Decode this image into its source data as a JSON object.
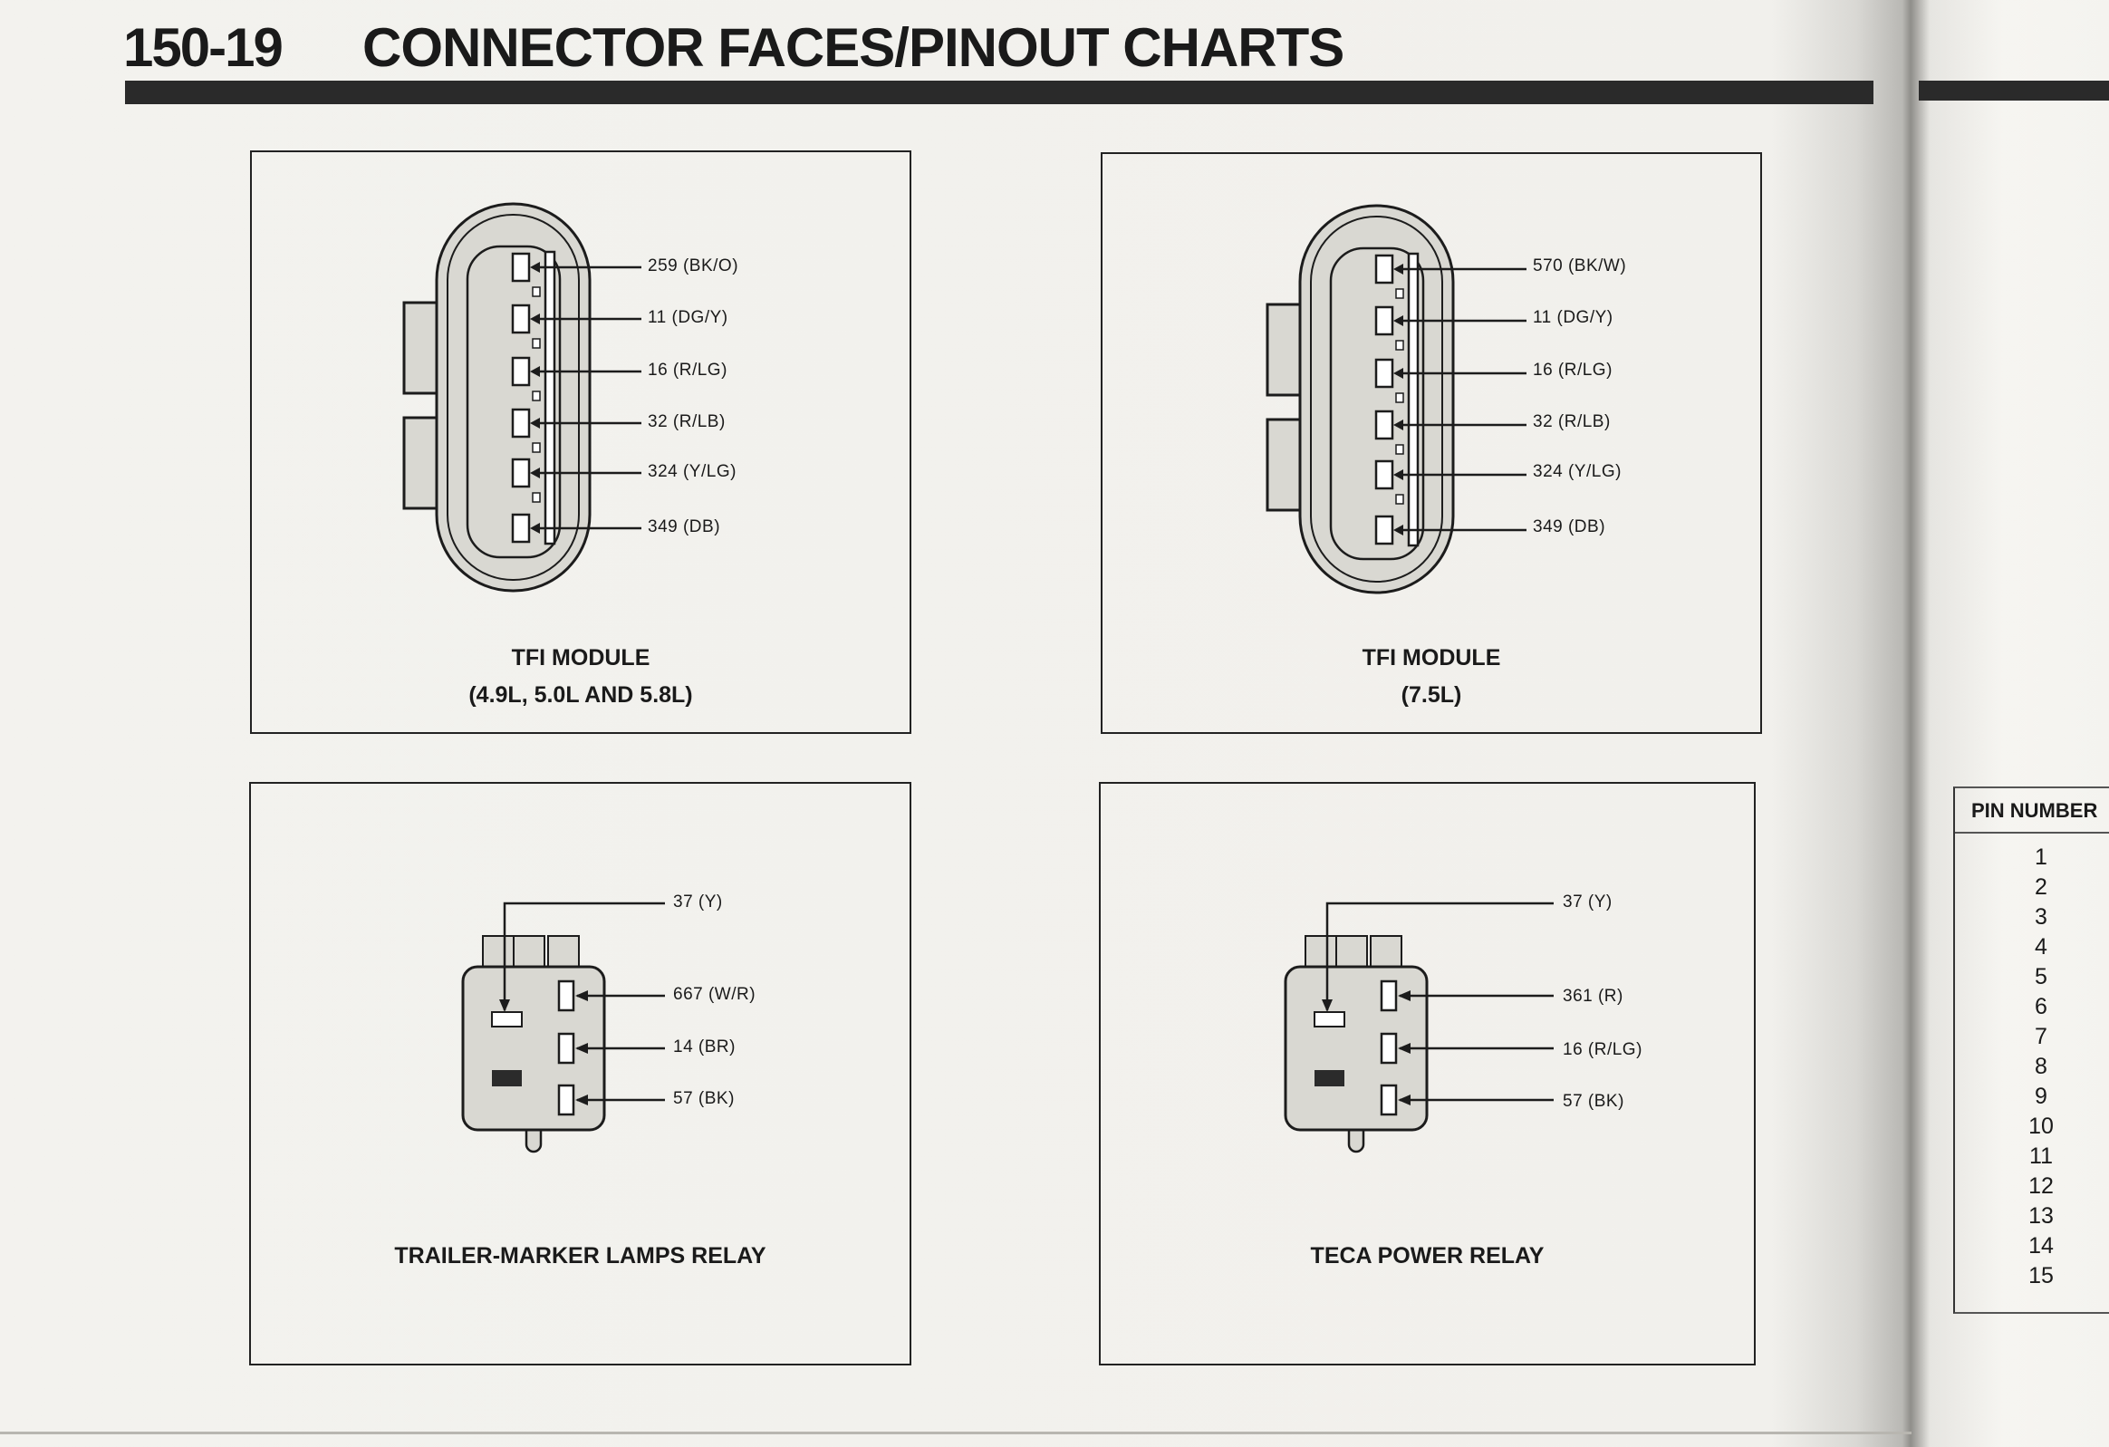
{
  "header": {
    "page_number": "150-19",
    "title": "CONNECTOR FACES/PINOUT CHARTS"
  },
  "diagrams": [
    {
      "title": "TFI MODULE",
      "subtitle": "(4.9L, 5.0L AND 5.8L)",
      "pins": [
        "259 (BK/O)",
        "11 (DG/Y)",
        "16 (R/LG)",
        "32 (R/LB)",
        "324 (Y/LG)",
        "349 (DB)"
      ]
    },
    {
      "title": "TFI MODULE",
      "subtitle": "(7.5L)",
      "pins": [
        "570 (BK/W)",
        "11 (DG/Y)",
        "16 (R/LG)",
        "32 (R/LB)",
        "324 (Y/LG)",
        "349 (DB)"
      ]
    },
    {
      "title": "TRAILER-MARKER LAMPS RELAY",
      "pins": [
        "37 (Y)",
        "667 (W/R)",
        "14 (BR)",
        "57 (BK)"
      ]
    },
    {
      "title": "TECA POWER RELAY",
      "pins": [
        "37 (Y)",
        "361 (R)",
        "16 (R/LG)",
        "57 (BK)"
      ]
    }
  ],
  "right_page": {
    "column_header": "PIN NUMBER",
    "pins": [
      "1",
      "2",
      "3",
      "4",
      "5",
      "6",
      "7",
      "8",
      "9",
      "10",
      "11",
      "12",
      "13",
      "14",
      "15"
    ]
  }
}
